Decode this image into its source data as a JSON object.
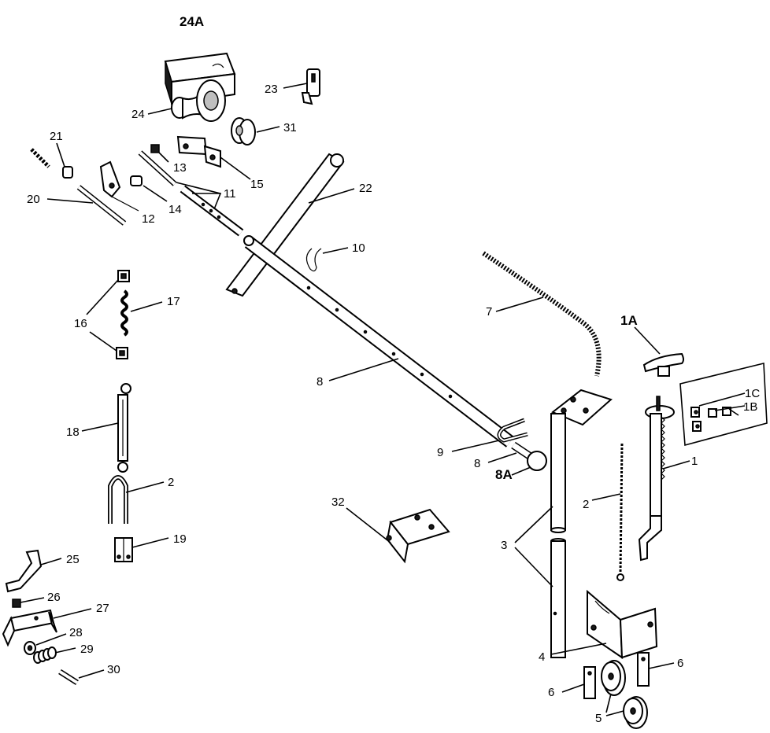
{
  "labels": {
    "l24A": "24A",
    "l23": "23",
    "l24": "24",
    "l31": "31",
    "l21": "21",
    "l20": "20",
    "l13": "13",
    "l15": "15",
    "l12": "12",
    "l14": "14",
    "l11": "11",
    "l22": "22",
    "l10": "10",
    "l17": "17",
    "l16": "16",
    "l7": "7",
    "l1A": "1A",
    "l1C": "1C",
    "l1B": "1B",
    "l8": "8",
    "l1": "1",
    "l18": "18",
    "l9": "9",
    "l8b": "8",
    "l8A": "8A",
    "l2a": "2",
    "l2b": "2",
    "l32": "32",
    "l3": "3",
    "l19": "19",
    "l25": "25",
    "l26": "26",
    "l27": "27",
    "l28": "28",
    "l29": "29",
    "l30": "30",
    "l4": "4",
    "l6a": "6",
    "l6b": "6",
    "l5": "5"
  }
}
